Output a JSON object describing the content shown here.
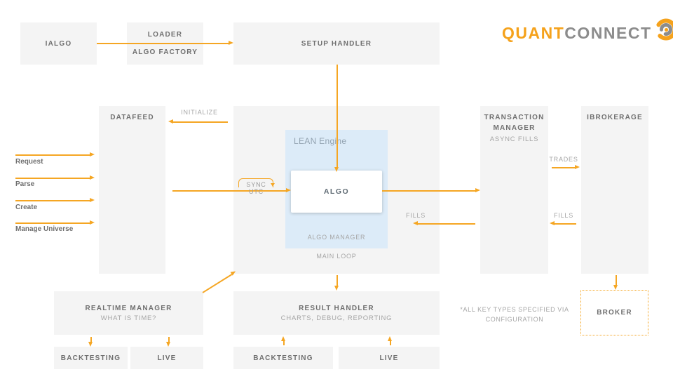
{
  "logo": {
    "quant": "QUANT",
    "connect": "CONNECT"
  },
  "colors": {
    "orange": "#f5a623",
    "box_fill": "#f4f4f4",
    "lean_blue": "#dcebf8",
    "title_gray": "#6f6f6f",
    "subtitle_gray": "#a6a6a6",
    "logo_gray": "#8c8c8c"
  },
  "boxes": {
    "ialgo": {
      "label": "IALGO"
    },
    "loader": {
      "line1": "LOADER",
      "line2": "ALGO FACTORY"
    },
    "setup_handler": {
      "label": "SETUP HANDLER"
    },
    "datafeed": {
      "label": "DATAFEED"
    },
    "lean_engine": {
      "label": "LEAN Engine"
    },
    "algo": {
      "label": "ALGO"
    },
    "algo_manager": {
      "label": "ALGO MANAGER"
    },
    "main_loop": {
      "label": "MAIN LOOP"
    },
    "transaction_manager": {
      "title": "TRANSACTION MANAGER",
      "subtitle": "ASYNC FILLS"
    },
    "ibrokerage": {
      "label": "IBROKERAGE"
    },
    "realtime_manager": {
      "title": "REALTIME MANAGER",
      "subtitle": "WHAT IS TIME?"
    },
    "result_handler": {
      "title": "RESULT HANDLER",
      "subtitle": "CHARTS, DEBUG, REPORTING"
    },
    "backtesting_left": {
      "label": "BACKTESTING"
    },
    "live_left": {
      "label": "LIVE"
    },
    "backtesting_center": {
      "label": "BACKTESTING"
    },
    "live_center": {
      "label": "LIVE"
    },
    "broker": {
      "label": "BROKER"
    }
  },
  "labels": {
    "initialize": "INITIALIZE",
    "sync_utc": "SYNC UTC",
    "trades": "TRADES",
    "fills_center": "FILLS",
    "fills_right": "FILLS",
    "request": "Request",
    "parse": "Parse",
    "create": "Create",
    "manage_universe": "Manage Universe",
    "note_line1": "*ALL KEY TYPES SPECIFIED VIA",
    "note_line2": "CONFIGURATION"
  }
}
